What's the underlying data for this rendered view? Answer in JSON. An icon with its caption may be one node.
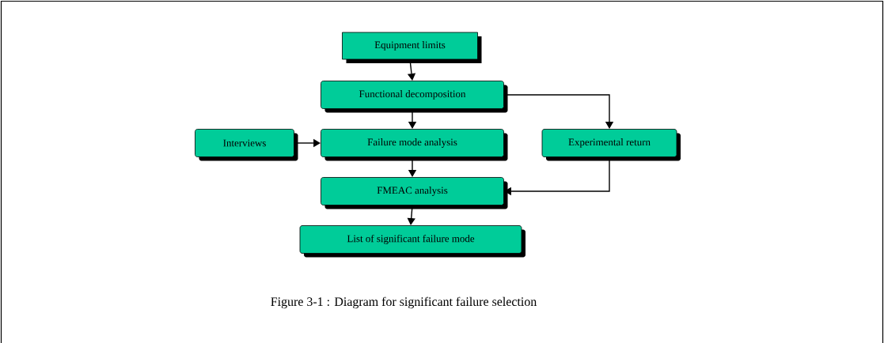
{
  "diagram": {
    "caption": "Figure 3-1 : Diagram for significant failure selection",
    "nodes": [
      {
        "text": [
          "Equipment limits"
        ]
      },
      {
        "text": [
          "Functional decomposition"
        ]
      },
      {
        "text": [
          "Interviews"
        ]
      },
      {
        "text": [
          "Failure mode analysis"
        ]
      },
      {
        "text": [
          "Experimental return"
        ]
      },
      {
        "text": [
          "FMEAC analysis"
        ]
      },
      {
        "text": [
          "List of significant failure mode"
        ]
      }
    ],
    "edges": [
      {
        "from": 0,
        "to": 1,
        "arrow": "to"
      },
      {
        "from": 1,
        "to": 3,
        "arrow": "to"
      },
      {
        "from": 1,
        "to": 4,
        "arrow": "to"
      },
      {
        "from": 2,
        "to": 3,
        "arrow": "to"
      },
      {
        "from": 3,
        "to": 5,
        "arrow": "to"
      },
      {
        "from": 4,
        "to": 5,
        "arrow": "to"
      },
      {
        "from": 5,
        "to": 6,
        "arrow": "to"
      }
    ]
  }
}
